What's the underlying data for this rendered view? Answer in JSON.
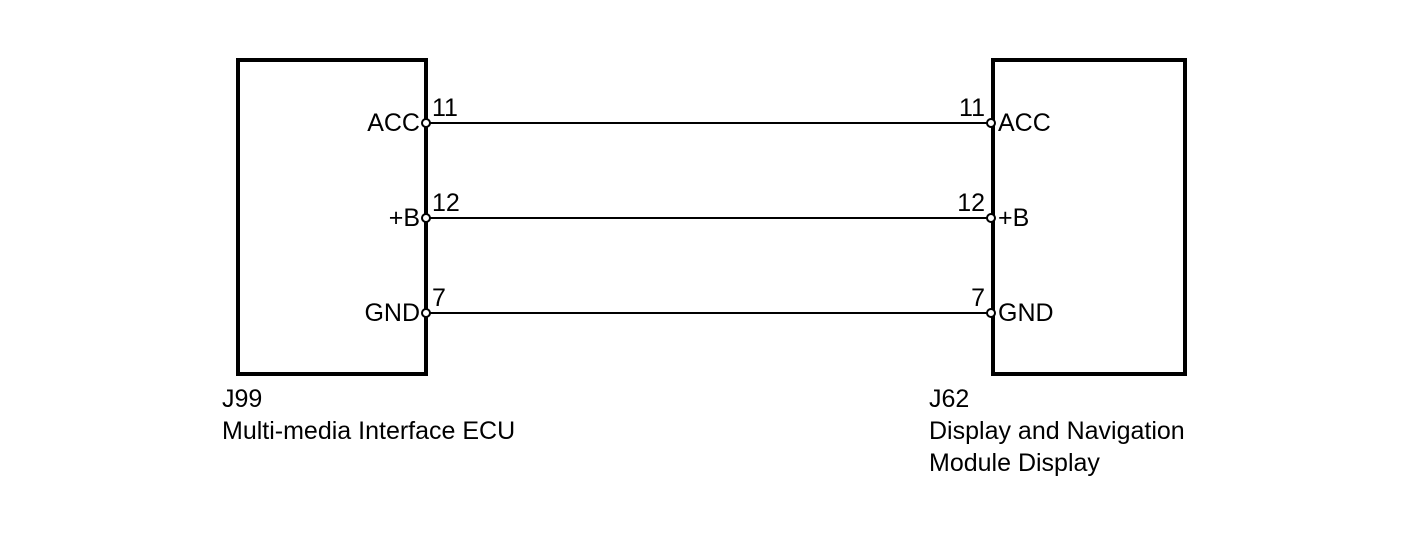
{
  "diagram": {
    "type": "automotive-wiring-connector-diagram",
    "colors": {
      "line": "#000000",
      "background": "#ffffff"
    },
    "modules": [
      {
        "id": "left",
        "connector_id": "J99",
        "name_lines": [
          "Multi-media Interface ECU"
        ],
        "pins": [
          {
            "signal": "ACC",
            "number": "11"
          },
          {
            "signal": "+B",
            "number": "12"
          },
          {
            "signal": "GND",
            "number": "7"
          }
        ]
      },
      {
        "id": "right",
        "connector_id": "J62",
        "name_lines": [
          "Display and Navigation",
          "Module Display"
        ],
        "pins": [
          {
            "signal": "ACC",
            "number": "11"
          },
          {
            "signal": "+B",
            "number": "12"
          },
          {
            "signal": "GND",
            "number": "7"
          }
        ]
      }
    ],
    "connections": [
      {
        "signal": "ACC",
        "left_pin": "11",
        "right_pin": "11"
      },
      {
        "signal": "+B",
        "left_pin": "12",
        "right_pin": "12"
      },
      {
        "signal": "GND",
        "left_pin": "7",
        "right_pin": "7"
      }
    ]
  }
}
